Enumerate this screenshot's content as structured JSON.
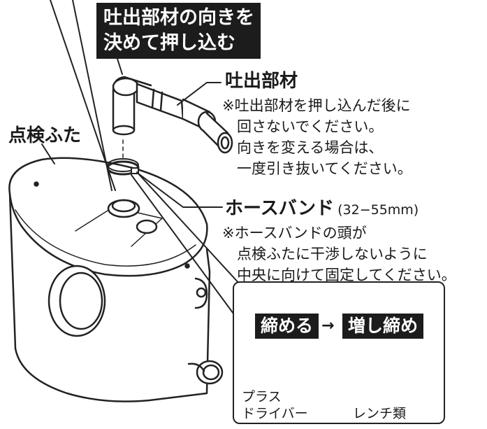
{
  "callout_title": {
    "line1": "吐出部材の向きを",
    "line2": "決めて押し込む"
  },
  "labels": {
    "lid": "点検ふた",
    "outlet": "吐出部材",
    "hose_band": "ホースバンド",
    "hose_band_range": "(32−55mm)"
  },
  "outlet_notes": [
    "※吐出部材を押し込んだ後に",
    "　回さないでください。",
    "　向きを変える場合は、",
    "　一度引き抜いてください。"
  ],
  "hose_band_notes": [
    "※ホースバンドの頭が",
    "　点検ふたに干渉しないように",
    "　中央に向けて固定してください。"
  ],
  "tools": {
    "tighten": "締める",
    "arrow": "→",
    "retighten": "増し締め",
    "screwdriver": {
      "line1": "プラス",
      "line2": "ドライバー"
    },
    "wrench": "レンチ類"
  }
}
